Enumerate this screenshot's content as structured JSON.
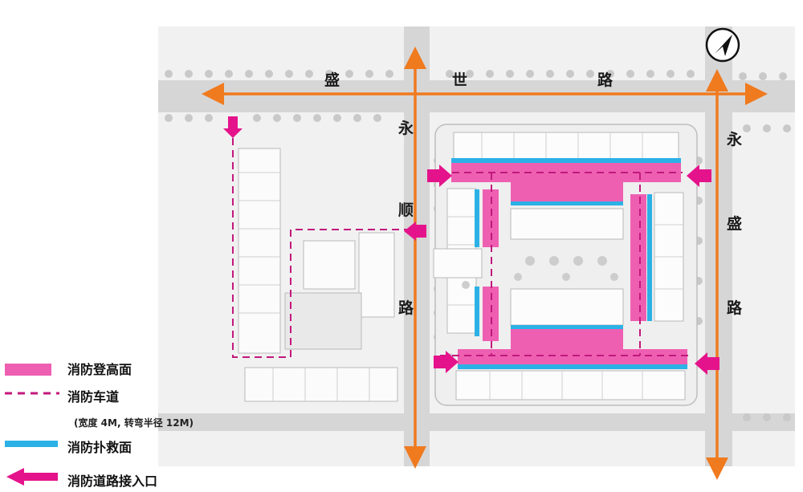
{
  "roads": {
    "north_road": [
      "盛",
      "世",
      "路"
    ],
    "west_road": [
      "永",
      "顺",
      "路"
    ],
    "east_road": [
      "永",
      "盛",
      "路"
    ]
  },
  "legend": {
    "items": [
      {
        "label": "消防登高面",
        "color": "#ee5fb2"
      },
      {
        "label": "消防车道",
        "color": "#c2187d"
      },
      {
        "label": "消防扑救面",
        "color": "#2bb1e6"
      },
      {
        "label": "消防道路接入口",
        "color": "#e5138b"
      }
    ],
    "fire_lane_note": "(宽度 4M, 转弯半径 12M)"
  },
  "colors": {
    "road_arrow": "#f07a1e",
    "climbing_face": "#ee5fb2",
    "fire_lane": "#c2187d",
    "rescue_face": "#2bb1e6",
    "entry_arrow": "#e5138b"
  },
  "icons": {
    "north": "north-arrow-icon"
  }
}
